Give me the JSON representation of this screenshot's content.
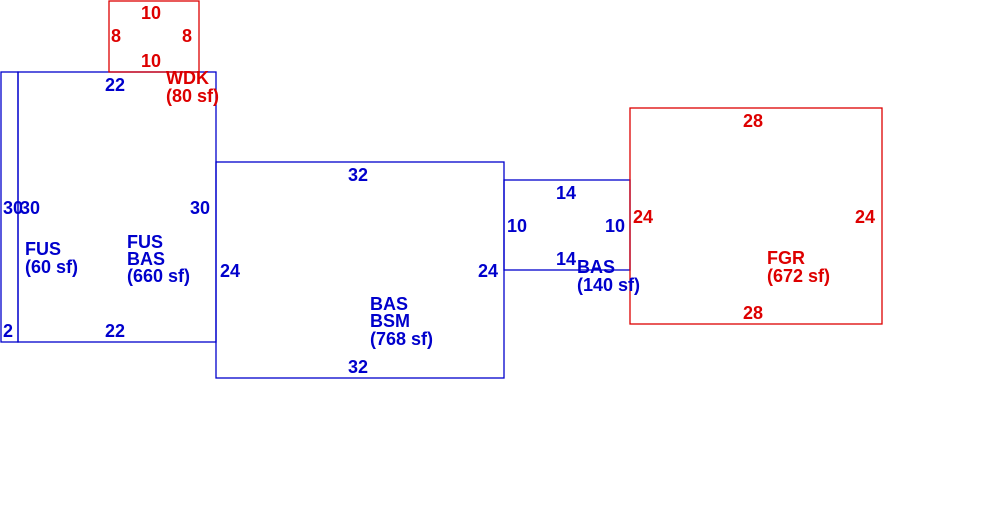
{
  "colors": {
    "living": "#0000cc",
    "other": "#dd0000"
  },
  "areas": {
    "fus_strip": {
      "line1": "FUS",
      "line2": "(60 sf)"
    },
    "fus_bas": {
      "line1": "FUS",
      "line2": "BAS",
      "line3": "(660 sf)"
    },
    "bas_bsm": {
      "line1": "BAS",
      "line2": "BSM",
      "line3": "(768 sf)"
    },
    "bas_small": {
      "line1": "BAS",
      "line2": "(140 sf)"
    },
    "wdk": {
      "line1": "WDK",
      "line2": "(80 sf)"
    },
    "fgr": {
      "line1": "FGR",
      "line2": "(672 sf)"
    }
  },
  "dims": {
    "fus_strip_side": "30",
    "fus_strip_bottom": "2",
    "fus_bas_top": "22",
    "fus_bas_left": "30",
    "fus_bas_right": "30",
    "fus_bas_bottom": "22",
    "bas_bsm_top": "32",
    "bas_bsm_left": "24",
    "bas_bsm_right": "24",
    "bas_bsm_bottom": "32",
    "bas_small_top": "14",
    "bas_small_left": "10",
    "bas_small_right": "10",
    "bas_small_bottom": "14",
    "wdk_top": "10",
    "wdk_left": "8",
    "wdk_right": "8",
    "wdk_bottom": "10",
    "fgr_top": "28",
    "fgr_left": "24",
    "fgr_right": "24",
    "fgr_bottom": "28"
  }
}
